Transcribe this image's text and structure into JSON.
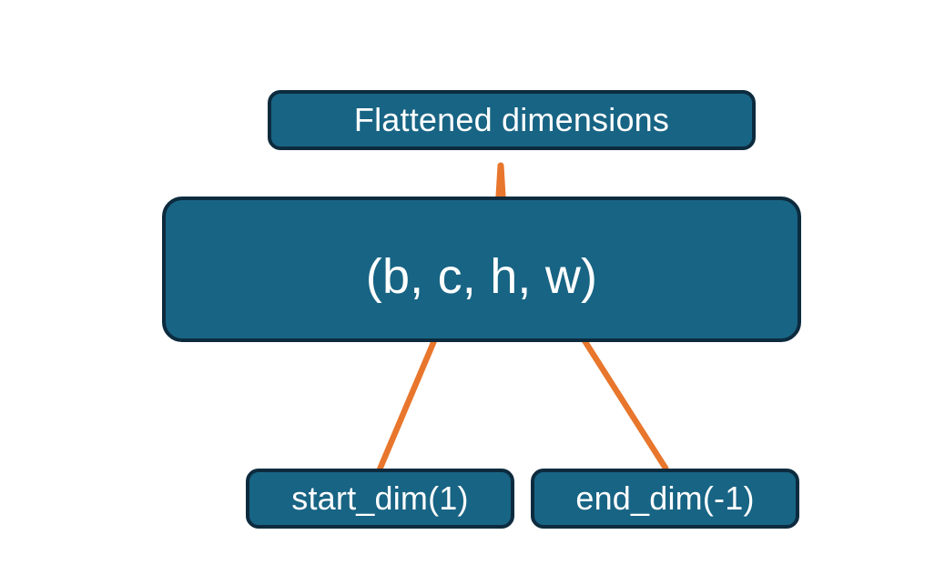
{
  "diagram": {
    "title": "Flatten dimensions diagram",
    "background_color": "#ffffff",
    "node_fill_color": "#186484",
    "node_border_color": "#0d2b3e",
    "node_text_color": "#ffffff",
    "connector_color": "#e8762c"
  },
  "nodes": {
    "flattened": {
      "label": "Flattened dimensions",
      "name": "flattened-dimensions-box"
    },
    "shape": {
      "label": "(b, c, h, w)",
      "name": "tensor-shape-box"
    },
    "start_dim": {
      "label": "start_dim(1)",
      "name": "start-dim-box"
    },
    "end_dim": {
      "label": "end_dim(-1)",
      "name": "end-dim-box"
    }
  },
  "connectors": {
    "brace": {
      "name": "flatten-range-brace",
      "from": "tensor-shape-box",
      "to": "flattened-dimensions-box",
      "spans_dims": "c, h, w"
    },
    "start_arrow": {
      "name": "start-dim-arrow",
      "from": "start-dim-box",
      "to": "tensor-shape-box",
      "points_at_dim": "c"
    },
    "end_arrow": {
      "name": "end-dim-arrow",
      "from": "end-dim-box",
      "to": "tensor-shape-box",
      "points_at_dim": "w"
    }
  }
}
